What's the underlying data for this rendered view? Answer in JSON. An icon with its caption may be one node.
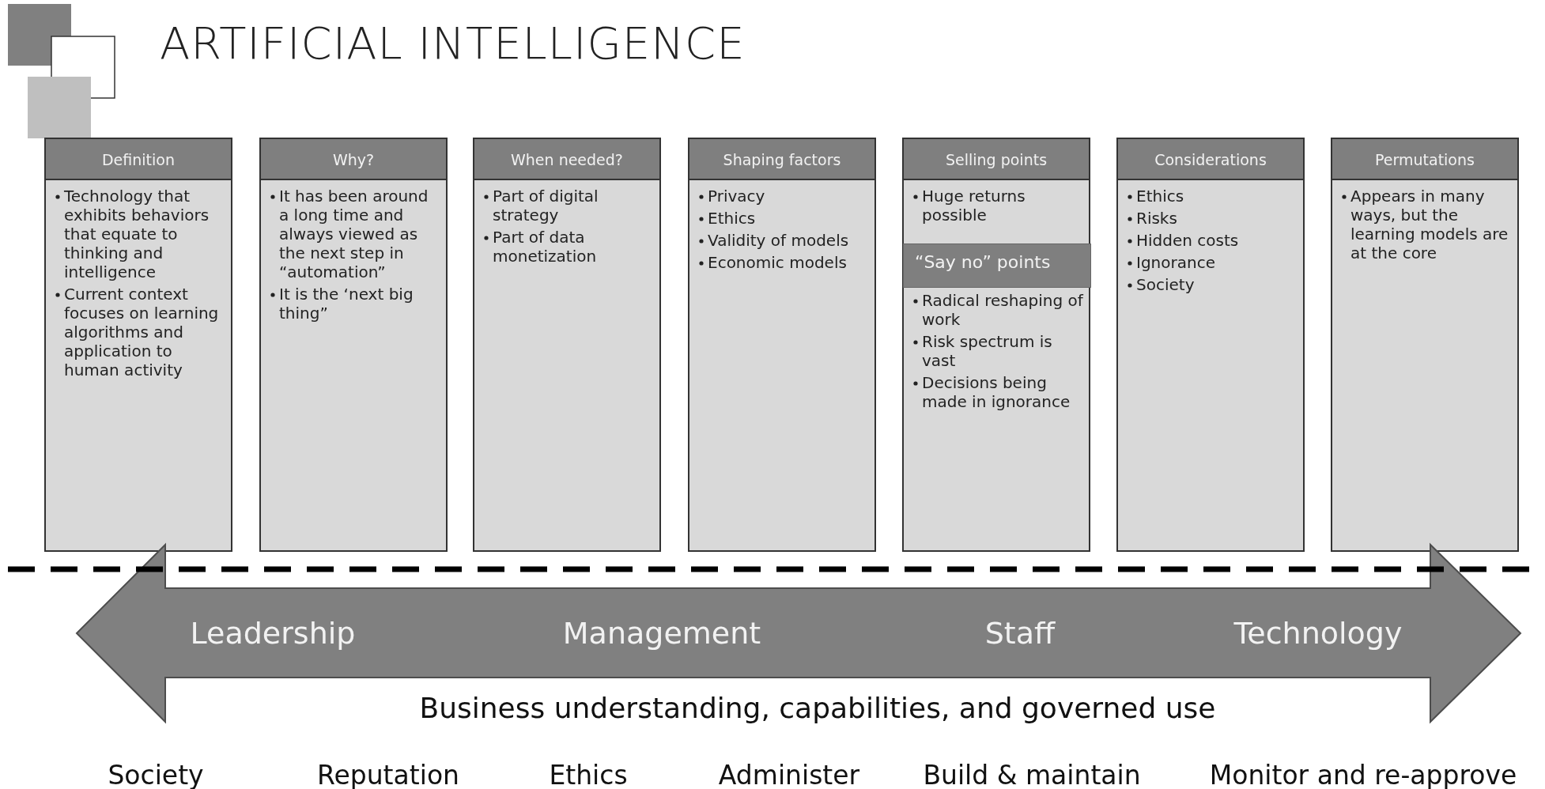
{
  "diagram": {
    "title": "ARTIFICIAL INTELLIGENCE",
    "nodes": [
      {
        "text": [
          "Definition",
          "Technology that exhibits behaviors that equate to thinking and intelligence",
          "Current context focuses on learning algorithms and application to human activity"
        ]
      },
      {
        "text": [
          "Why?",
          "It has been around a long time and always viewed as the next step in “automation”",
          "It is the ‘next big thing”"
        ]
      },
      {
        "text": [
          "When needed?",
          "Part of digital strategy",
          "Part of data monetization"
        ]
      },
      {
        "text": [
          "Shaping factors",
          "Privacy",
          "Ethics",
          "Validity of models",
          "Economic models"
        ]
      },
      {
        "text": [
          "Selling points",
          "Huge returns possible",
          "Radical reshaping of work",
          "Risk spectrum is vast",
          "Decisions being made in ignorance"
        ]
      },
      {
        "text": [
          "“Say no” points"
        ],
        "in": 4
      },
      {
        "text": [
          "Considerations",
          "Ethics",
          "Risks",
          "Hidden costs",
          "Ignorance",
          "Society"
        ]
      },
      {
        "text": [
          "Permutations",
          "Appears in many ways, but the learning models are at the core"
        ]
      },
      {
        "text": [
          "Leadership",
          "Management",
          "Staff",
          "Technology"
        ]
      }
    ],
    "labels": [
      "Business understanding, capabilities, and governed use",
      "Society",
      "Reputation",
      "Ethics",
      "Administer",
      "Build & maintain",
      "Monitor and re-approve"
    ]
  }
}
